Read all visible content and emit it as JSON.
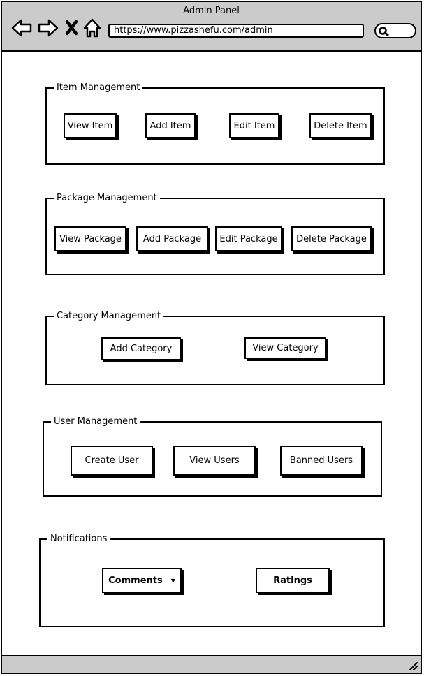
{
  "window": {
    "title": "Admin Panel"
  },
  "browser": {
    "url": "https://www.pizzashefu.com/admin"
  },
  "sections": {
    "item": {
      "label": "Item Management",
      "buttons": [
        "View Item",
        "Add Item",
        "Edit Item",
        "Delete Item"
      ]
    },
    "package": {
      "label": "Package Management",
      "buttons": [
        "View Package",
        "Add Package",
        "Edit Package",
        "Delete Package"
      ]
    },
    "category": {
      "label": "Category Management",
      "buttons": [
        "Add Category",
        "View Category"
      ]
    },
    "user": {
      "label": "User Management",
      "buttons": [
        "Create User",
        "View Users",
        "Banned Users"
      ]
    },
    "notifications": {
      "label": "Notifications",
      "buttons": [
        "Comments",
        "Ratings"
      ]
    }
  },
  "icons": [
    "back-arrow-icon",
    "forward-arrow-icon",
    "close-icon",
    "home-icon",
    "search-icon",
    "resize-grip-icon"
  ],
  "colors": {
    "chrome": "#cbcbcb",
    "border": "#000000"
  }
}
